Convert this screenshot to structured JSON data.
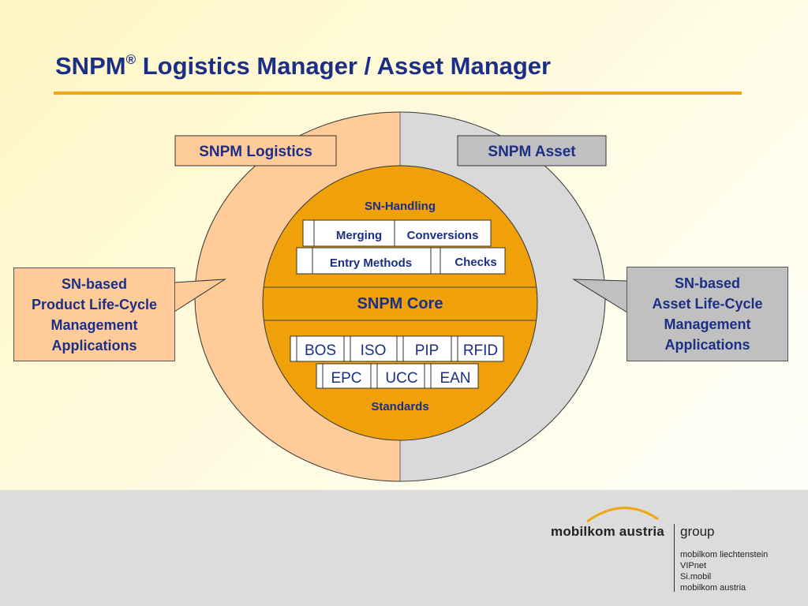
{
  "title": {
    "main": "SNPM",
    "reg": "®",
    "rest": " Logistics Manager / Asset Manager"
  },
  "colors": {
    "title": "#1c2f86",
    "accent": "#f0a812",
    "peach": "#ffcc99",
    "gray": "#d9d9d9",
    "core": "#f0a10a"
  },
  "labels": {
    "logistics": "SNPM Logistics",
    "asset": "SNPM Asset",
    "sn_handling": "SN-Handling",
    "merging": "Merging",
    "conversions": "Conversions",
    "entry_methods": "Entry Methods",
    "checks": "Checks",
    "core": "SNPM Core",
    "bos": "BOS",
    "iso": "ISO",
    "pip": "PIP",
    "rfid": "RFID",
    "epc": "EPC",
    "ucc": "UCC",
    "ean": "EAN",
    "standards": "Standards"
  },
  "left_callout": [
    "SN-based",
    "Product Life-Cycle",
    "Management",
    "Applications"
  ],
  "right_callout": [
    "SN-based",
    "Asset Life-Cycle",
    "Management",
    "Applications"
  ],
  "footer": {
    "brand": "mobilkom austria",
    "group": "group",
    "members": [
      "mobilkom liechtenstein",
      "VIPnet",
      "Si.mobil",
      "mobilkom austria"
    ]
  }
}
